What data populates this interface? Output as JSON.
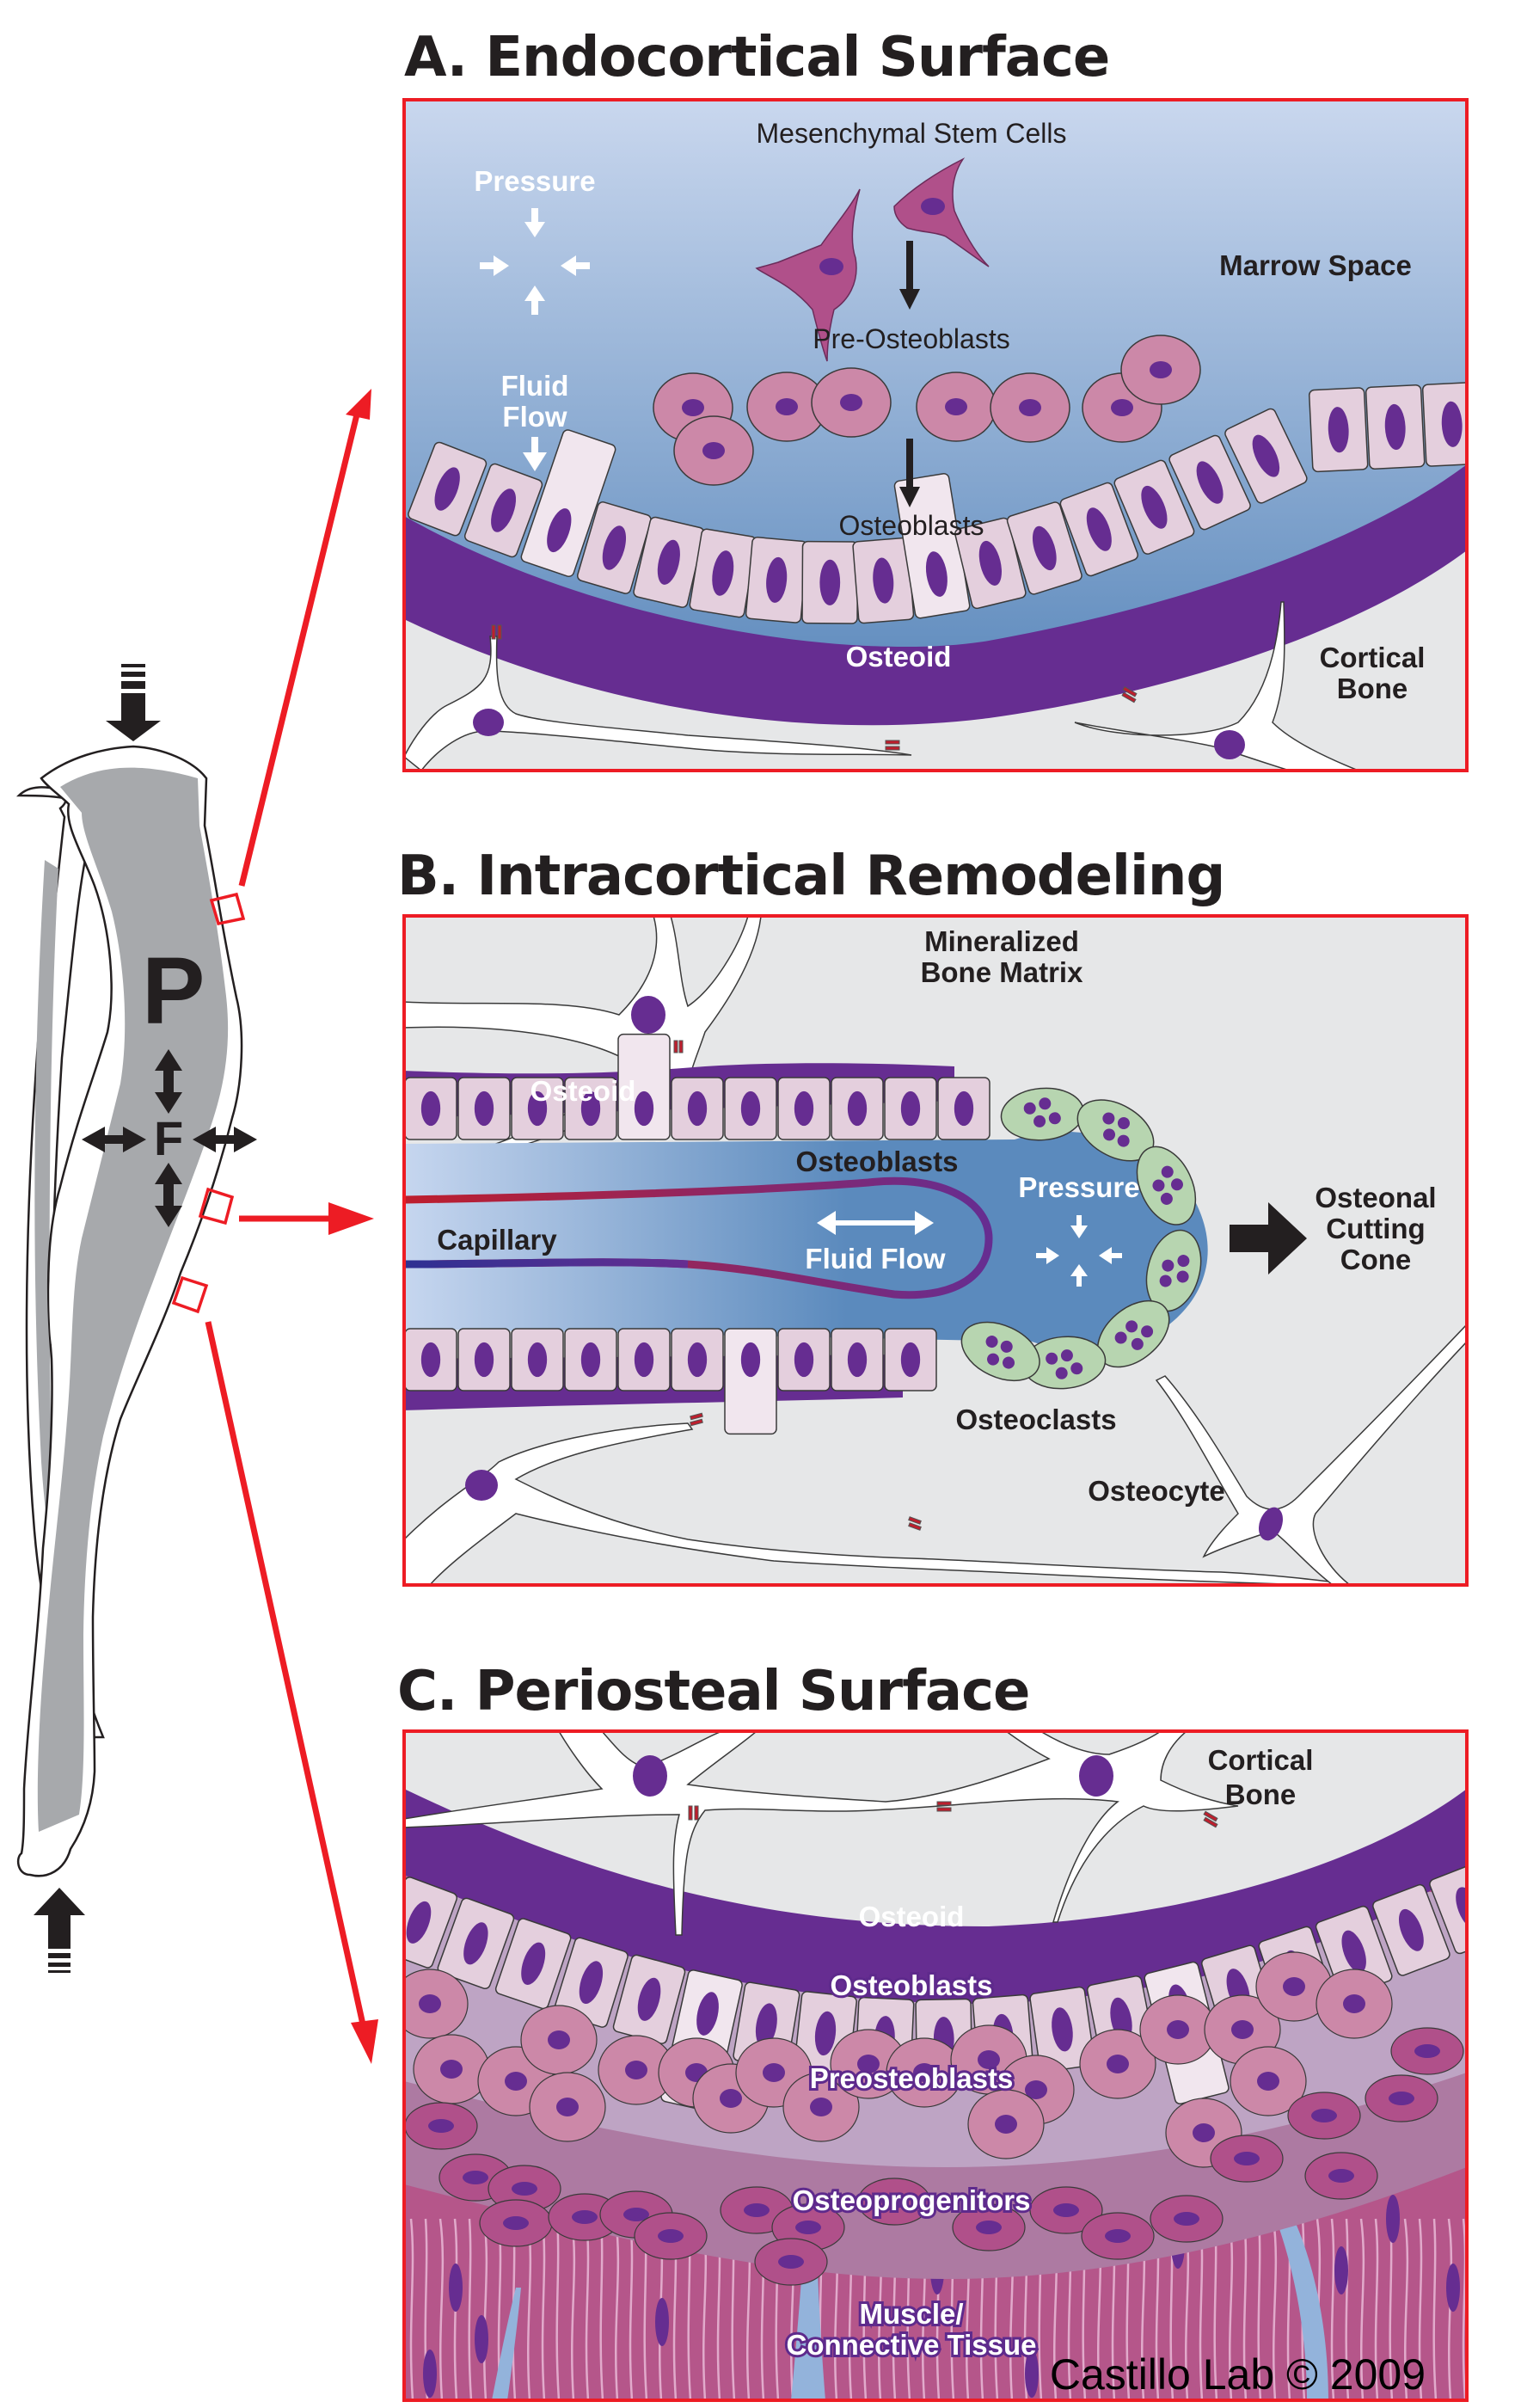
{
  "figure": {
    "credit": "Castillo Lab © 2009",
    "colors": {
      "frame_red": "#ed1c24",
      "osteoid_purple": "#662d91",
      "nucleus_purple": "#662d91",
      "osteoblast_pink": "#e4cfdd",
      "lining_cell_pink": "#f1e6ee",
      "preosteoblast_pink": "#cc88a8",
      "mesenchymal_magenta": "#b0508a",
      "osteoclast_green": "#b7d5b0",
      "bone_matrix_gray": "#e6e7e8",
      "marrow_blue_top": "#c9d7ee",
      "marrow_blue_bottom": "#5b8abd",
      "canal_blue": "#5b8abd",
      "muscle_magenta": "#b5568a",
      "vessel_blue": "#93b3db",
      "bone_gray": "#a7a9ac"
    }
  },
  "bone_diagram": {
    "pressure_label": "P",
    "fluid_label": "F",
    "load_arrows": [
      "top-compression-arrow",
      "bottom-compression-arrow"
    ]
  },
  "panels": [
    {
      "id": "A",
      "title": "A. Endocortical Surface",
      "labels": {
        "mesenchymal": "Mesenchymal Stem Cells",
        "pre_osteoblasts": "Pre-Osteoblasts",
        "osteoblasts": "Osteoblasts",
        "pressure": "Pressure",
        "fluid_1": "Fluid",
        "fluid_2": "Flow",
        "marrow": "Marrow Space",
        "osteoid": "Osteoid",
        "cortical_1": "Cortical",
        "cortical_2": "Bone"
      }
    },
    {
      "id": "B",
      "title": "B. Intracortical Remodeling",
      "labels": {
        "mineralized_1": "Mineralized",
        "mineralized_2": "Bone Matrix",
        "osteoid": "Osteoid",
        "osteoblasts": "Osteoblasts",
        "capillary": "Capillary",
        "fluid_flow": "Fluid Flow",
        "pressure": "Pressure",
        "cone_1": "Osteonal",
        "cone_2": "Cutting",
        "cone_3": "Cone",
        "osteoclasts": "Osteoclasts",
        "osteocyte": "Osteocyte"
      }
    },
    {
      "id": "C",
      "title": "C. Periosteal Surface",
      "labels": {
        "cortical_1": "Cortical",
        "cortical_2": "Bone",
        "osteoid": "Osteoid",
        "osteoblasts": "Osteoblasts",
        "preosteoblasts": "Preosteoblasts",
        "osteoprogenitors": "Osteoprogenitors",
        "muscle_1": "Muscle/",
        "muscle_2": "Connective Tissue"
      }
    }
  ]
}
